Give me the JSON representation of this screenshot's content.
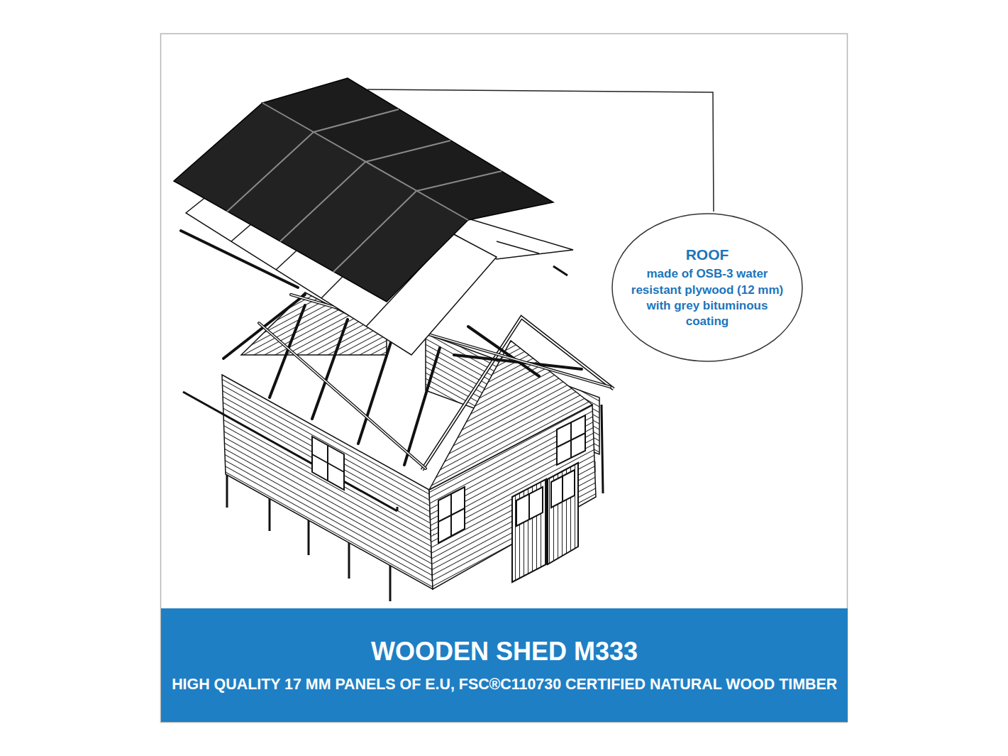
{
  "diagram": {
    "nodes": [
      {
        "text": [
          "ROOF",
          "made of OSB-3 water resistant plywood (12 mm) with grey bituminous coating"
        ]
      },
      {
        "text": [
          "WOODEN SHED M333",
          "HIGH QUALITY 17 MM PANELS OF E.U, FSC®C110730 CERTIFIED NATURAL WOOD TIMBER"
        ]
      }
    ]
  }
}
